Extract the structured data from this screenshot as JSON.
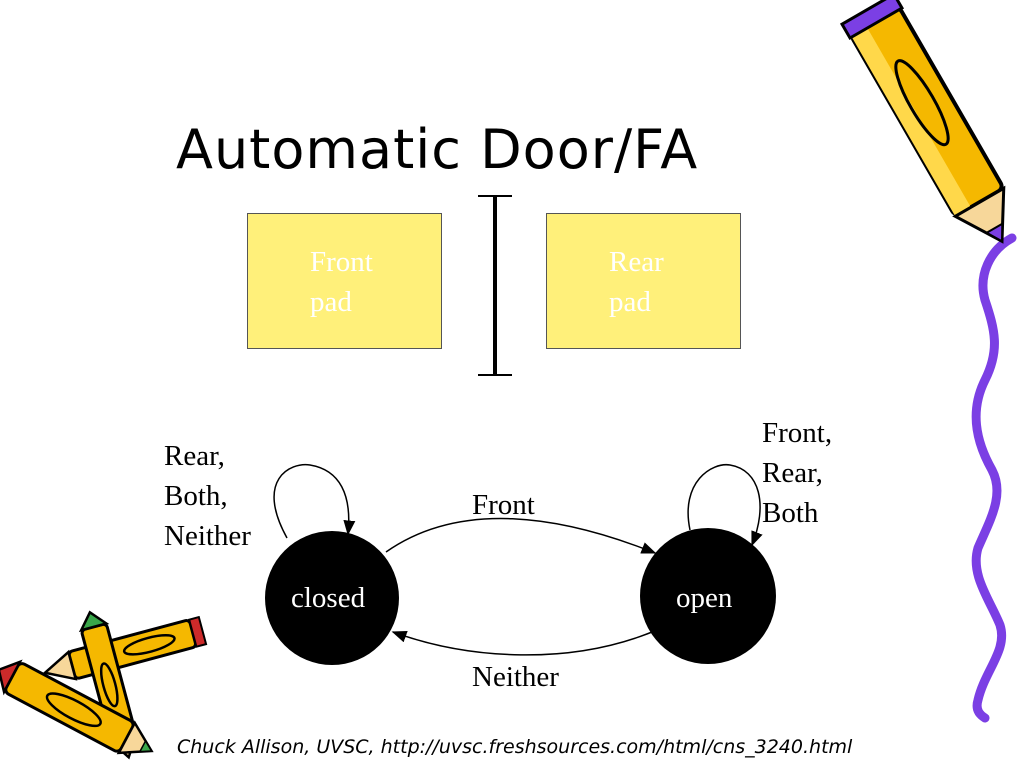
{
  "slide": {
    "title": "Automatic Door/FA",
    "footer": "Chuck Allison, UVSC, http://uvsc.freshsources.com/html/cns_3240.html"
  },
  "colors": {
    "pad_fill": "#fff07a",
    "state_fill": "#000000",
    "squiggle": "#7b3fe4",
    "pencil_body": "#f5b800"
  },
  "pads": {
    "front": "Front\npad",
    "rear": "Rear\npad"
  },
  "states": {
    "closed": "closed",
    "open": "open"
  },
  "transitions": {
    "closed_self": "Rear,\nBoth,\nNeither",
    "open_self": "Front,\nRear,\nBoth",
    "closed_to_open": "Front",
    "open_to_closed": "Neither"
  },
  "decor": {
    "pencil_top_right": "pencil-icon",
    "pencils_bottom_left": "pencils-icon",
    "squiggle_right": "squiggle-line"
  }
}
